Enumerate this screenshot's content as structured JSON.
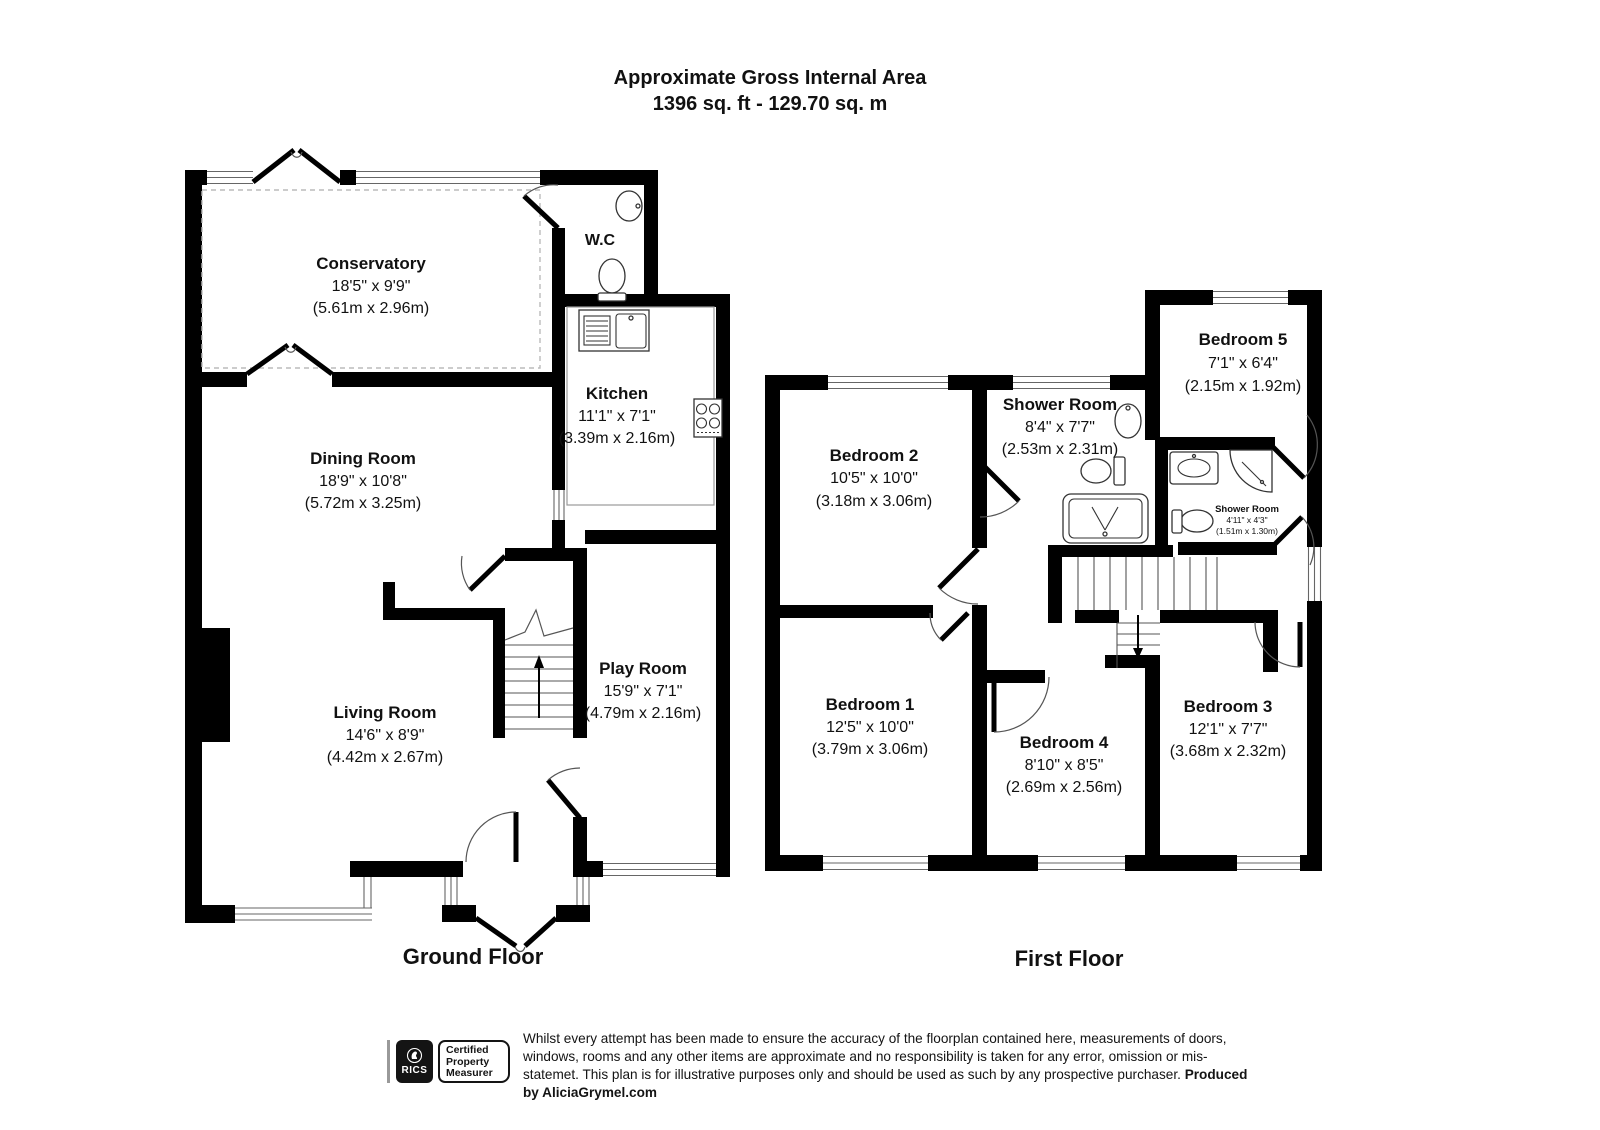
{
  "title": {
    "line1": "Approximate Gross Internal Area",
    "line2": "1396 sq. ft - 129.70 sq. m"
  },
  "floor_labels": {
    "ground": "Ground Floor",
    "first": "First Floor"
  },
  "ground_floor": {
    "conservatory": {
      "name": "Conservatory",
      "imperial": "18'5\" x 9'9\"",
      "metric": "(5.61m x 2.96m)"
    },
    "wc": {
      "name": "W.C"
    },
    "kitchen": {
      "name": "Kitchen",
      "imperial": "11'1\" x 7'1\"",
      "metric": "(3.39m x 2.16m)"
    },
    "dining_room": {
      "name": "Dining Room",
      "imperial": "18'9\" x 10'8\"",
      "metric": "(5.72m x 3.25m)"
    },
    "living_room": {
      "name": "Living Room",
      "imperial": "14'6\" x 8'9\"",
      "metric": "(4.42m x 2.67m)"
    },
    "play_room": {
      "name": "Play Room",
      "imperial": "15'9\" x 7'1\"",
      "metric": "(4.79m x 2.16m)"
    }
  },
  "first_floor": {
    "bedroom_2": {
      "name": "Bedroom 2",
      "imperial": "10'5\" x 10'0\"",
      "metric": "(3.18m x 3.06m)"
    },
    "shower_room": {
      "name": "Shower Room",
      "imperial": "8'4\" x 7'7\"",
      "metric": "(2.53m x 2.31m)"
    },
    "bedroom_5": {
      "name": "Bedroom 5",
      "imperial": "7'1\" x 6'4\"",
      "metric": "(2.15m x 1.92m)"
    },
    "shower_room_small": {
      "name": "Shower Room",
      "imperial": "4'11\" x 4'3\"",
      "metric": "(1.51m x 1.30m)"
    },
    "bedroom_1": {
      "name": "Bedroom 1",
      "imperial": "12'5\" x 10'0\"",
      "metric": "(3.79m x 3.06m)"
    },
    "bedroom_4": {
      "name": "Bedroom 4",
      "imperial": "8'10\" x 8'5\"",
      "metric": "(2.69m x 2.56m)"
    },
    "bedroom_3": {
      "name": "Bedroom 3",
      "imperial": "12'1\" x 7'7\"",
      "metric": "(3.68m x 2.32m)"
    }
  },
  "footer": {
    "rics_brand": "RICS",
    "certification": {
      "line1": "Certified",
      "line2": "Property",
      "line3": "Measurer"
    },
    "disclaimer": "Whilst every attempt has been made to ensure the accuracy of the floorplan contained here, measurements of doors, windows, rooms and any other items are approximate and no responsibility is taken for any error, omission or mis-statemet. This plan is for illustrative purposes only and should be used as such by any prospective purchaser.",
    "produced_by": "Produced by AliciaGrymel.com"
  }
}
